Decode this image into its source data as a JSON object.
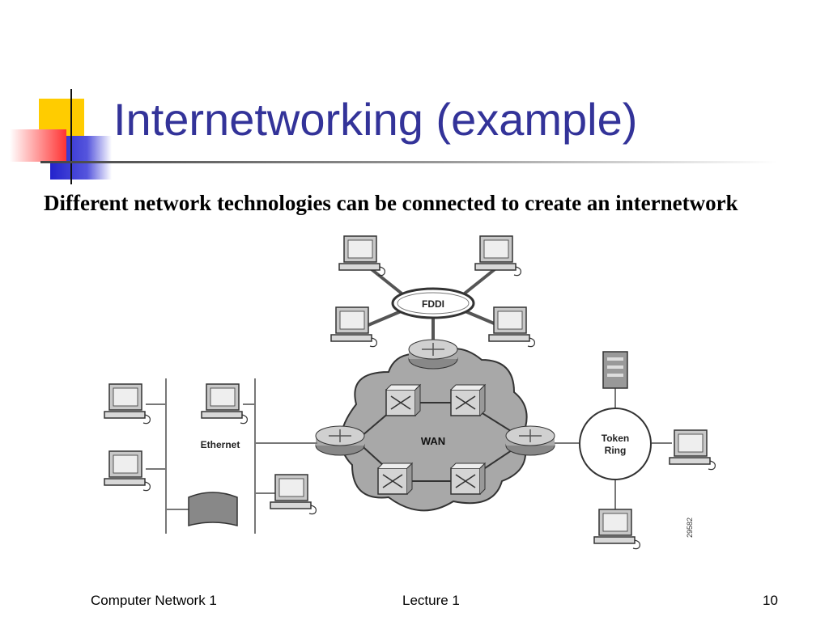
{
  "slide": {
    "title": "Internetworking (example)",
    "subtitle": "Different network technologies can be connected to create an internetwork"
  },
  "diagram": {
    "fddi_label": "FDDI",
    "wan_label": "WAN",
    "ethernet_label": "Ethernet",
    "token_ring_label_line1": "Token",
    "token_ring_label_line2": "Ring",
    "figure_id": "29582"
  },
  "footer": {
    "left": "Computer Network 1",
    "center": "Lecture 1",
    "right": "10"
  },
  "colors": {
    "title": "#333399",
    "logo_yellow": "#ffcc00",
    "logo_blue": "#3333cc",
    "logo_red": "#ff6666"
  }
}
